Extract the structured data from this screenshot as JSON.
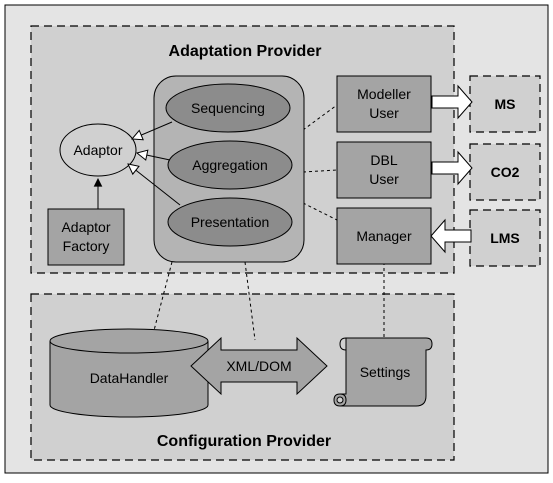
{
  "adaptation_provider": {
    "title": "Adaptation Provider",
    "adaptor": "Adaptor",
    "adaptor_factory": [
      "Adaptor",
      "Factory"
    ],
    "modules": [
      "Sequencing",
      "Aggregation",
      "Presentation"
    ],
    "modeller_user": [
      "Modeller",
      "User"
    ],
    "dbl_user": [
      "DBL",
      "User"
    ],
    "manager": "Manager"
  },
  "external": {
    "ms": "MS",
    "co2": "CO2",
    "lms": "LMS"
  },
  "configuration_provider": {
    "title": "Configuration Provider",
    "datahandler": "DataHandler",
    "xml_dom": "XML/DOM",
    "settings": "Settings"
  }
}
